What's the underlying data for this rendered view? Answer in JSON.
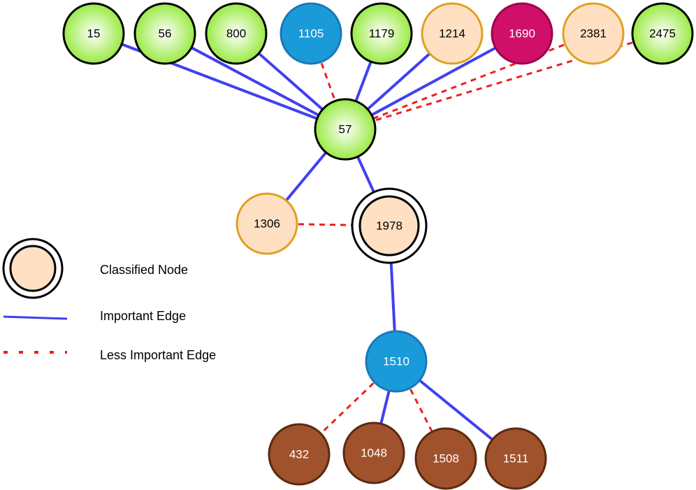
{
  "legend": {
    "classified": "Classified Node",
    "important": "Important Edge",
    "less_important": "Less Important Edge"
  },
  "colors": {
    "green": "#99ee33",
    "blue": "#1a9ad9",
    "peach": "#ffe0c2",
    "peach_border": "#e0a020",
    "magenta": "#d01068",
    "brown": "#a0522d",
    "important_edge": "#4040f0",
    "less_important_edge": "#ee2020"
  },
  "nodes": [
    {
      "id": "n15",
      "label": "15",
      "type": "green"
    },
    {
      "id": "n56",
      "label": "56",
      "type": "green"
    },
    {
      "id": "n800",
      "label": "800",
      "type": "green"
    },
    {
      "id": "n1105",
      "label": "1105",
      "type": "blue"
    },
    {
      "id": "n1179",
      "label": "1179",
      "type": "green"
    },
    {
      "id": "n1214",
      "label": "1214",
      "type": "peach"
    },
    {
      "id": "n1690",
      "label": "1690",
      "type": "magenta"
    },
    {
      "id": "n2381",
      "label": "2381",
      "type": "peach"
    },
    {
      "id": "n2475",
      "label": "2475",
      "type": "green"
    },
    {
      "id": "n57",
      "label": "57",
      "type": "green"
    },
    {
      "id": "n1306",
      "label": "1306",
      "type": "peach"
    },
    {
      "id": "n1978",
      "label": "1978",
      "type": "peach",
      "classified": true
    },
    {
      "id": "n1510",
      "label": "1510",
      "type": "blue"
    },
    {
      "id": "n432",
      "label": "432",
      "type": "brown"
    },
    {
      "id": "n1048",
      "label": "1048",
      "type": "brown"
    },
    {
      "id": "n1508",
      "label": "1508",
      "type": "brown"
    },
    {
      "id": "n1511",
      "label": "1511",
      "type": "brown"
    }
  ],
  "edges": [
    {
      "from": "n15",
      "to": "n57",
      "kind": "important"
    },
    {
      "from": "n56",
      "to": "n57",
      "kind": "important"
    },
    {
      "from": "n800",
      "to": "n57",
      "kind": "important"
    },
    {
      "from": "n1105",
      "to": "n57",
      "kind": "less"
    },
    {
      "from": "n1179",
      "to": "n57",
      "kind": "important"
    },
    {
      "from": "n1214",
      "to": "n57",
      "kind": "important"
    },
    {
      "from": "n1690",
      "to": "n57",
      "kind": "important"
    },
    {
      "from": "n2381",
      "to": "n57",
      "kind": "less"
    },
    {
      "from": "n2475",
      "to": "n57",
      "kind": "less"
    },
    {
      "from": "n57",
      "to": "n1306",
      "kind": "important"
    },
    {
      "from": "n57",
      "to": "n1978",
      "kind": "important"
    },
    {
      "from": "n1306",
      "to": "n1978",
      "kind": "less"
    },
    {
      "from": "n1978",
      "to": "n1510",
      "kind": "important"
    },
    {
      "from": "n1510",
      "to": "n432",
      "kind": "less"
    },
    {
      "from": "n1510",
      "to": "n1048",
      "kind": "important"
    },
    {
      "from": "n1510",
      "to": "n1508",
      "kind": "less"
    },
    {
      "from": "n1510",
      "to": "n1511",
      "kind": "important"
    }
  ]
}
